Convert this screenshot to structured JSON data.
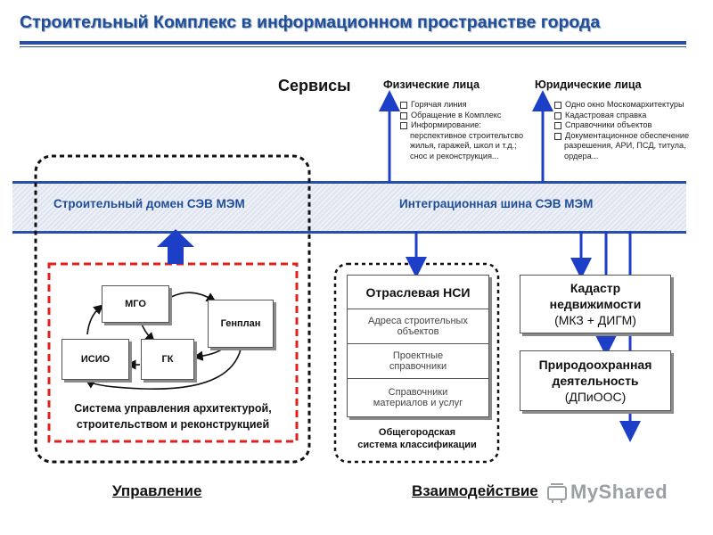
{
  "title": "Строительный Комплекс в информационном пространстве города",
  "services": {
    "label": "Сервисы"
  },
  "individuals": {
    "title": "Физические лица",
    "items": [
      "Горячая линия",
      "Обращение в Комплекс",
      "Информирование:",
      "перспективное строительтсво",
      "жилья, гаражей, школ и т.д.;",
      "снос и реконструкция..."
    ]
  },
  "legal": {
    "title": "Юридические лица",
    "items": [
      "Одно окно Москомархитектуры",
      "Кадастровая справка",
      "Справочники объектов",
      "Документационное обеспечение",
      "разрешения, АРИ, ПСД, титула,",
      "ордера..."
    ]
  },
  "bus": {
    "domain": "Строительный домен СЭВ МЭМ",
    "integration": "Интеграционная шина СЭВ МЭМ"
  },
  "management": {
    "nodes": {
      "mgo": "МГО",
      "genplan": "Генплан",
      "isio": "ИСИО",
      "gk": "ГК"
    },
    "caption_line1": "Система управления архитектурой,",
    "caption_line2": "строительством и реконструкцией",
    "label": "Управление"
  },
  "nsi": {
    "header": "Отраслевая НСИ",
    "rows": [
      [
        "Адреса строительных",
        "объектов"
      ],
      [
        "Проектные",
        "справочники"
      ],
      [
        "Справочники",
        "материалов и услуг"
      ]
    ],
    "caption_line1": "Общегородская",
    "caption_line2": "система классификации"
  },
  "cadastre": {
    "line1": "Кадастр",
    "line2": "недвижимости",
    "line3": "(МКЗ + ДИГМ)"
  },
  "eco": {
    "line1": "Природоохранная",
    "line2": "деятельность",
    "line3": "(ДПиООС)"
  },
  "interaction": {
    "label": "Взаимодействие"
  },
  "watermark": {
    "text": "MyShared"
  },
  "colors": {
    "accent": "#1f4e9b",
    "arrow": "#1d3fc7",
    "red": "#e0201c"
  }
}
